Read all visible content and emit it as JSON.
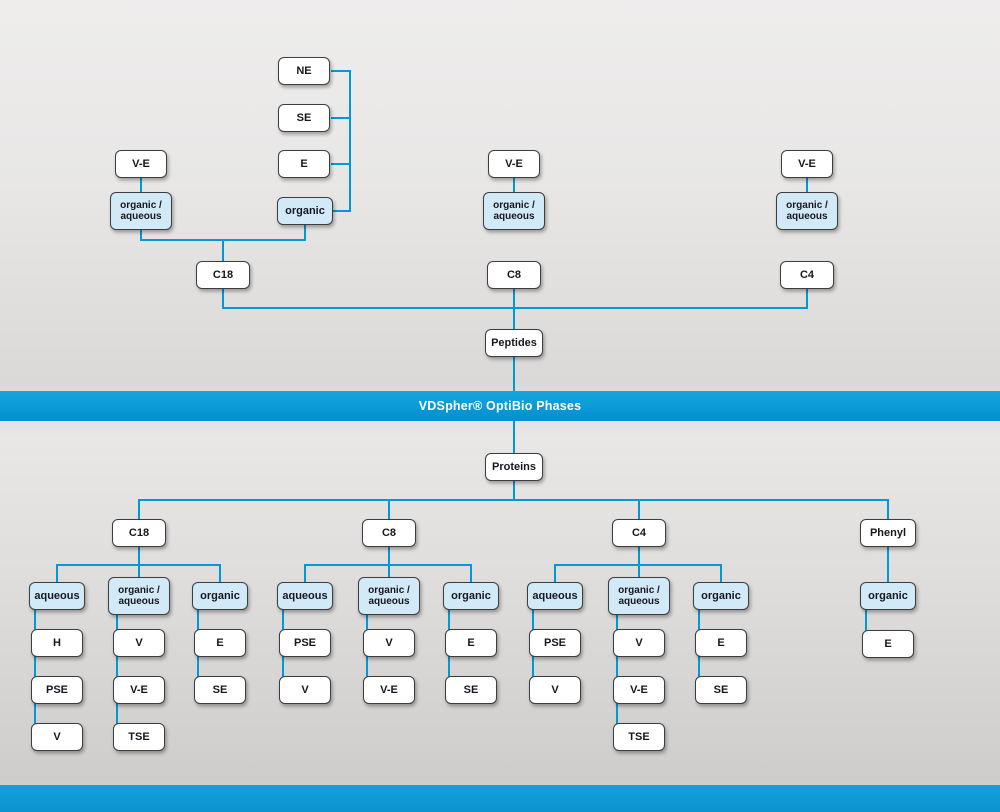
{
  "banner": {
    "title": "VDSpher® OptiBio Phases"
  },
  "peptides": {
    "root": "Peptides",
    "c18": {
      "phase": "C18",
      "ve": "V-E",
      "organic_aqueous": "organic / aqueous",
      "stack": {
        "ne": "NE",
        "se": "SE",
        "e": "E",
        "organic": "organic"
      }
    },
    "c8": {
      "phase": "C8",
      "ve": "V-E",
      "organic_aqueous": "organic / aqueous"
    },
    "c4": {
      "phase": "C4",
      "ve": "V-E",
      "organic_aqueous": "organic / aqueous"
    }
  },
  "proteins": {
    "root": "Proteins",
    "c18": {
      "phase": "C18",
      "aqueous": {
        "label": "aqueous",
        "items": [
          "H",
          "PSE",
          "V"
        ]
      },
      "organic_aqueous": {
        "label": "organic / aqueous",
        "items": [
          "V",
          "V-E",
          "TSE"
        ]
      },
      "organic": {
        "label": "organic",
        "items": [
          "E",
          "SE"
        ]
      }
    },
    "c8": {
      "phase": "C8",
      "aqueous": {
        "label": "aqueous",
        "items": [
          "PSE",
          "V"
        ]
      },
      "organic_aqueous": {
        "label": "organic / aqueous",
        "items": [
          "V",
          "V-E"
        ]
      },
      "organic": {
        "label": "organic",
        "items": [
          "E",
          "SE"
        ]
      }
    },
    "c4": {
      "phase": "C4",
      "aqueous": {
        "label": "aqueous",
        "items": [
          "PSE",
          "V"
        ]
      },
      "organic_aqueous": {
        "label": "organic / aqueous",
        "items": [
          "V",
          "V-E",
          "TSE"
        ]
      },
      "organic": {
        "label": "organic",
        "items": [
          "E",
          "SE"
        ]
      }
    },
    "phenyl": {
      "phase": "Phenyl",
      "organic": {
        "label": "organic",
        "items": [
          "E"
        ]
      }
    }
  },
  "colors": {
    "accent": "#0099d6",
    "highlight": "#d2e9f8",
    "banner_blue": "#0f9cd6"
  }
}
